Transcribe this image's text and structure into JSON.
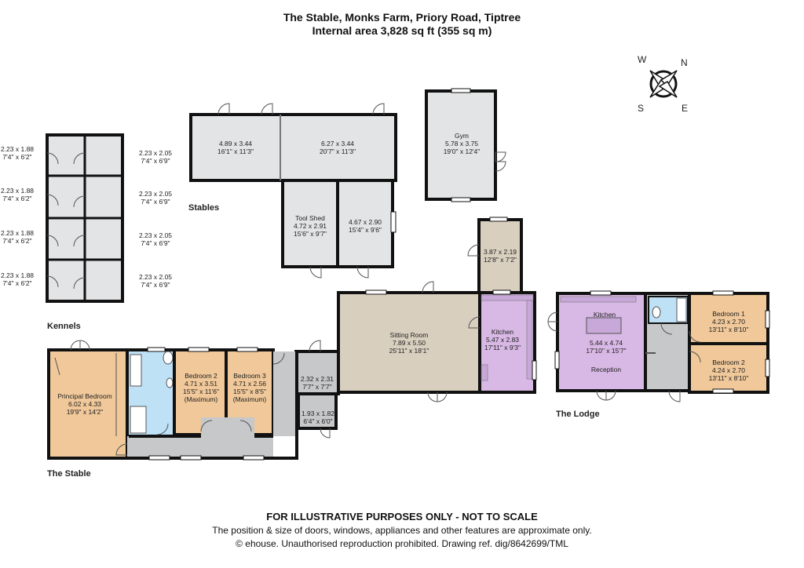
{
  "header": {
    "title": "The Stable, Monks Farm, Priory Road, Tiptree",
    "subtitle": "Internal area 3,828 sq ft (355 sq m)"
  },
  "compass": {
    "w": "W",
    "n": "N",
    "s": "S",
    "e": "E"
  },
  "colors": {
    "wall": "#111111",
    "grey": "#e3e4e5",
    "tan": "#d9cfbf",
    "peach": "#f0c89a",
    "lavender": "#d8b8e4",
    "blue": "#bfe1f6",
    "hall": "#c6c8ca"
  },
  "sections": {
    "stables": "Stables",
    "kennels": "Kennels",
    "stable": "The Stable",
    "lodge": "The Lodge"
  },
  "kennels": {
    "left": [
      {
        "m": "2.23 x 1.88",
        "i": "7'4\" x 6'2\""
      },
      {
        "m": "2.23 x 1.88",
        "i": "7'4\" x 6'2\""
      },
      {
        "m": "2.23 x 1.88",
        "i": "7'4\" x 6'2\""
      },
      {
        "m": "2.23 x 1.88",
        "i": "7'4\" x 6'2\""
      }
    ],
    "right": [
      {
        "m": "2.23 x 2.05",
        "i": "7'4\" x 6'9\""
      },
      {
        "m": "2.23 x 2.05",
        "i": "7'4\" x 6'9\""
      },
      {
        "m": "2.23 x 2.05",
        "i": "7'4\" x 6'9\""
      },
      {
        "m": "2.23 x 2.05",
        "i": "7'4\" x 6'9\""
      }
    ]
  },
  "stables": {
    "box1": {
      "m": "4.89 x 3.44",
      "i": "16'1\" x 11'3\""
    },
    "box2": {
      "m": "6.27 x 3.44",
      "i": "20'7\" x 11'3\""
    },
    "tool": {
      "name": "Tool Shed",
      "m": "4.72 x 2.91",
      "i": "15'6\" x 9'7\""
    },
    "box3": {
      "m": "4.67 x 2.90",
      "i": "15'4\" x 9'6\""
    }
  },
  "gym": {
    "name": "Gym",
    "m": "5.78 x 3.75",
    "i": "19'0\" x 12'4\""
  },
  "store": {
    "m": "3.87 x 2.19",
    "i": "12'8\" x 7'2\""
  },
  "stable": {
    "sitting": {
      "name": "Sitting Room",
      "m": "7.89 x 5.50",
      "i": "25'11\" x 18'1\""
    },
    "kitchen": {
      "name": "Kitchen",
      "m": "5.47 x 2.83",
      "i": "17'11\" x 9'3\""
    },
    "principal": {
      "name": "Principal Bedroom",
      "m": "6.02 x 4.33",
      "i": "19'9\" x 14'2\""
    },
    "bed2": {
      "name": "Bedroom 2",
      "m": "4.71 x 3.51",
      "i": "15'5\" x 11'6\"",
      "note": "(Maximum)"
    },
    "bed3": {
      "name": "Bedroom 3",
      "m": "4.71 x 2.56",
      "i": "15'5\" x 8'5\"",
      "note": "(Maximum)"
    },
    "hall": {
      "m": "2.32 x 2.31",
      "i": "7'7\" x 7'7\""
    },
    "utility": {
      "m": "1.93 x 1.82",
      "i": "6'4\" x 6'0\""
    }
  },
  "lodge": {
    "kitchen": "Kitchen",
    "reception": {
      "name": "Reception",
      "m": "5.44 x 4.74",
      "i": "17'10\" x 15'7\""
    },
    "bed1": {
      "name": "Bedroom 1",
      "m": "4.23 x 2.70",
      "i": "13'11\" x 8'10\""
    },
    "bed2": {
      "name": "Bedroom 2",
      "m": "4.24 x 2.70",
      "i": "13'11\" x 8'10\""
    }
  },
  "footer": {
    "line1": "FOR ILLUSTRATIVE PURPOSES ONLY - NOT TO SCALE",
    "line2": "The position & size of doors, windows, appliances and other features are approximate only.",
    "line3": "© ehouse. Unauthorised reproduction prohibited. Drawing ref. dig/8642699/TML"
  }
}
